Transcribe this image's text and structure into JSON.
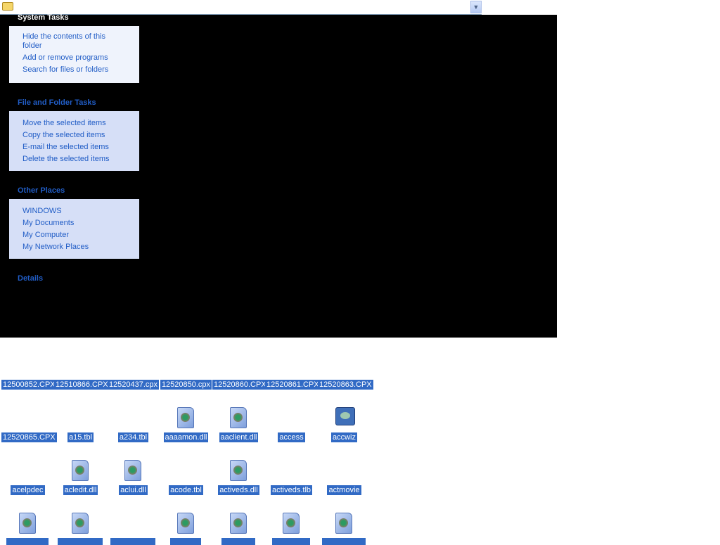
{
  "address_bar": {
    "dropdown_icon": "chevron-down-icon"
  },
  "sidebar": {
    "system_tasks": {
      "title": "System Tasks",
      "items": [
        "Hide the contents of this folder",
        "Add or remove programs",
        "Search for files or folders"
      ]
    },
    "file_folder_tasks": {
      "title": "File and Folder Tasks",
      "items": [
        "Move the selected items",
        "Copy the selected items",
        "E-mail the selected items",
        "Delete the selected items"
      ]
    },
    "other_places": {
      "title": "Other Places",
      "items": [
        "WINDOWS",
        "My Documents",
        "My Computer",
        "My Network Places"
      ]
    },
    "details": {
      "title": "Details"
    }
  },
  "files": {
    "row1": [
      "12500852.CPX",
      "12510866.CPX",
      "12520437.cpx",
      "12520850.cpx",
      "12520860.CPX",
      "12520861.CPX",
      "12520863.CPX"
    ],
    "row2": [
      "12520865.CPX",
      "a15.tbl",
      "a234.tbl",
      "aaaamon.dll",
      "aaclient.dll",
      "access",
      "accwiz"
    ],
    "row3": [
      "acelpdec",
      "acledit.dll",
      "aclui.dll",
      "acode.tbl",
      "activeds.dll",
      "activeds.tlb",
      "actmovie"
    ],
    "selection_color": "#316ac5"
  }
}
